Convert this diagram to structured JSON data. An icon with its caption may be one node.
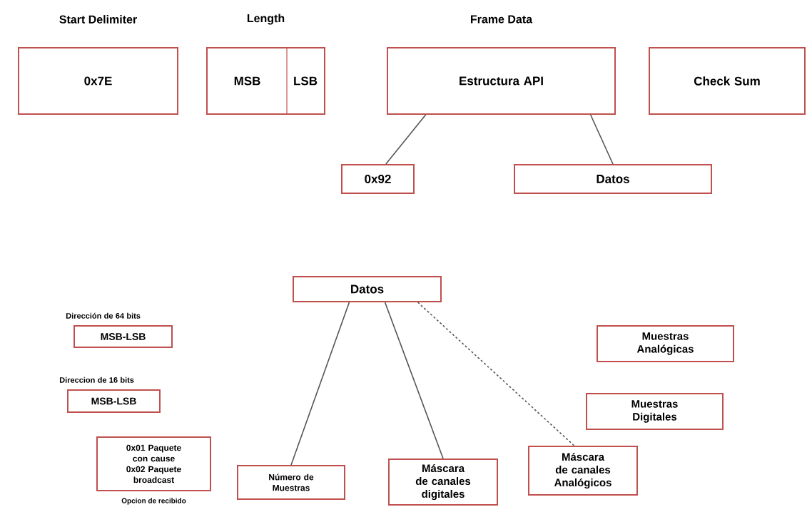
{
  "diagram": {
    "nodes": [
      {
        "text": [
          "Start Delimiter",
          "0x7E"
        ]
      },
      {
        "text": [
          "Length"
        ]
      },
      {
        "text": [
          "MSB"
        ],
        "in": 1
      },
      {
        "text": [
          "LSB"
        ],
        "in": 1
      },
      {
        "text": [
          "Frame Data",
          "Estructura API"
        ]
      },
      {
        "text": [
          "Check Sum"
        ]
      },
      {
        "text": [
          "0x92"
        ]
      },
      {
        "text": [
          "Datos"
        ]
      },
      {
        "text": [
          "Datos"
        ]
      },
      {
        "text": [
          "Dirección de 64 bits",
          "MSB-LSB"
        ]
      },
      {
        "text": [
          "Muestras Analógicas"
        ]
      },
      {
        "text": [
          "Direccion de 16 bits",
          "MSB-LSB"
        ]
      },
      {
        "text": [
          "Muestras Digitales"
        ]
      },
      {
        "text": [
          "0x01 Paquete con cause 0x02 Paquete broadcast"
        ],
        "beside": [
          "Opcion de recibido"
        ]
      },
      {
        "text": [
          "Máscara de canales Analógicos"
        ]
      },
      {
        "text": [
          "Máscara de canales digitales"
        ]
      },
      {
        "text": [
          "Número de Muestras"
        ]
      }
    ],
    "edges": [
      {
        "from": 4,
        "to": 6,
        "arrow": "none"
      },
      {
        "from": 4,
        "to": 7,
        "arrow": "none"
      },
      {
        "from": 8,
        "to": 16,
        "arrow": "none"
      },
      {
        "from": 8,
        "to": 15,
        "arrow": "none"
      },
      {
        "from": 8,
        "to": 14,
        "arrow": "none",
        "style": "dashed"
      }
    ]
  }
}
